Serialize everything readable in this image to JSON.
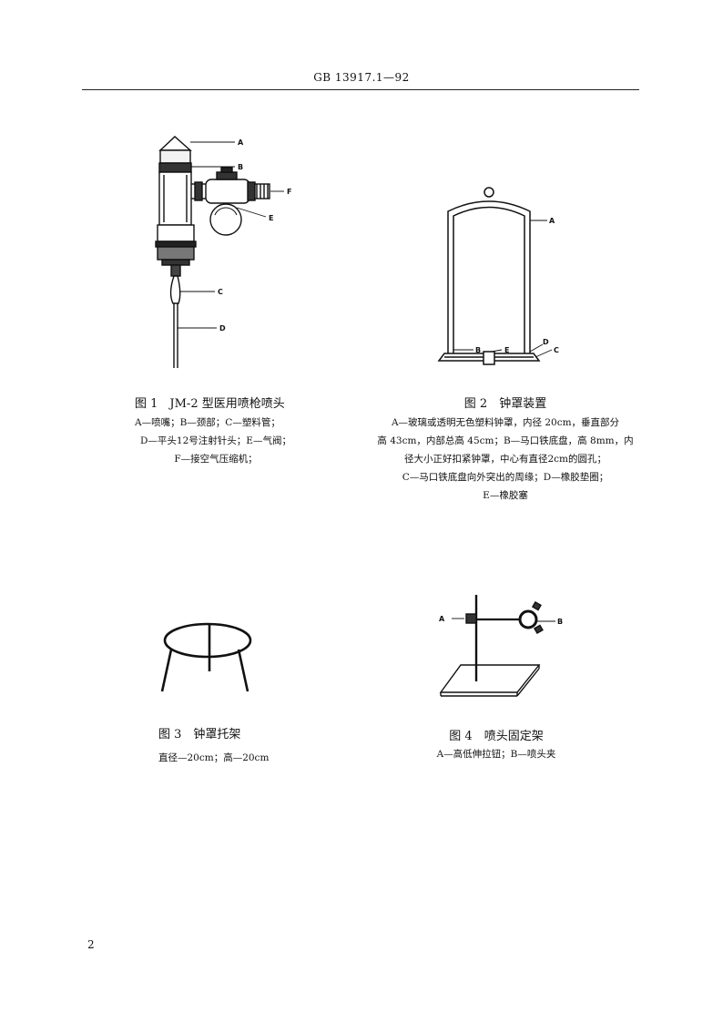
{
  "header": {
    "standard": "GB 13917.1—92"
  },
  "figures": [
    {
      "title": "图 1　JM-2 型医用喷枪喷头",
      "lines": [
        "A—喷嘴；B—颈部；C—塑料管；",
        "D—平头12号注射针头；E—气阀；",
        "F—接空气压缩机；"
      ],
      "labels": [
        "A",
        "B",
        "C",
        "D",
        "E",
        "F"
      ]
    },
    {
      "title": "图 2　钟罩装置",
      "lines": [
        "A—玻璃或透明无色塑料钟罩，内径 20cm，垂直部分",
        "高 43cm，内部总高 45cm；B—马口铁底盘，高 8mm，内",
        "径大小正好扣紧钟罩，中心有直径2cm的圆孔；",
        "C—马口铁底盘向外突出的周缘；D—橡胶垫圈；",
        "E—橡胶塞"
      ],
      "labels": [
        "A",
        "B",
        "C",
        "D",
        "E"
      ]
    },
    {
      "title": "图 3　钟罩托架",
      "lines": [
        "直径—20cm；高—20cm"
      ]
    },
    {
      "title": "图 4　喷头固定架",
      "lines": [
        "A—高低伸拉钮；B—喷头夹"
      ],
      "labels": [
        "A",
        "B"
      ]
    }
  ],
  "page_number": "2"
}
